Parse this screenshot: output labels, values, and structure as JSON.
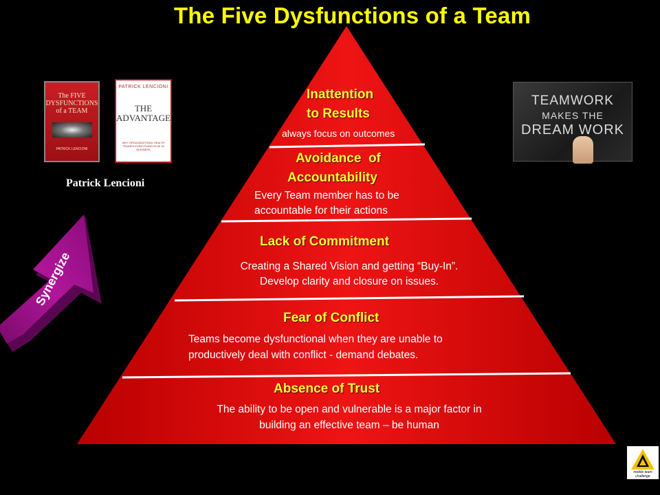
{
  "title": "The Five Dysfunctions of a Team",
  "books": {
    "book1": {
      "title": "The FIVE DYSFUNCTIONS of a TEAM",
      "author": "PATRICK LENCIONI"
    },
    "book2": {
      "author": "PATRICK LENCIONI",
      "title": "THE ADVANTAGE",
      "subtitle": "WHY ORGANIZATIONAL HEALTH TRUMPS EVERYTHING ELSE IN BUSINESS"
    }
  },
  "author_label": "Patrick Lencioni",
  "arrow_label": "Synergize",
  "image_right": {
    "line1": "TEAMWORK",
    "line2": "MAKES THE",
    "line3": "DREAM WORK"
  },
  "logo_text": "mobile team challenge",
  "levels": [
    {
      "title_line1": "Inattention",
      "title_line2": "to Results",
      "desc": "always focus on outcomes"
    },
    {
      "title_line1": "Avoidance  of",
      "title_line2": "Accountability",
      "desc_line1": "Every Team member has to be",
      "desc_line2": "accountable for their actions"
    },
    {
      "title": "Lack of Commitment",
      "desc_line1": "Creating a Shared Vision and getting “Buy-In”.",
      "desc_line2": "Develop clarity and closure on issues."
    },
    {
      "title": "Fear of Conflict",
      "desc_line1": "Teams become dysfunctional when they are unable to",
      "desc_line2": "productively deal with conflict - demand debates."
    },
    {
      "title": "Absence of Trust",
      "desc_line1": "The ability to be open and vulnerable is a major factor in",
      "desc_line2": "building an effective team – be human"
    }
  ],
  "colors": {
    "title": "#ffff00",
    "pyramid_red": "#e01010",
    "level_title": "#ffff33",
    "arrow": "#a0108c"
  }
}
